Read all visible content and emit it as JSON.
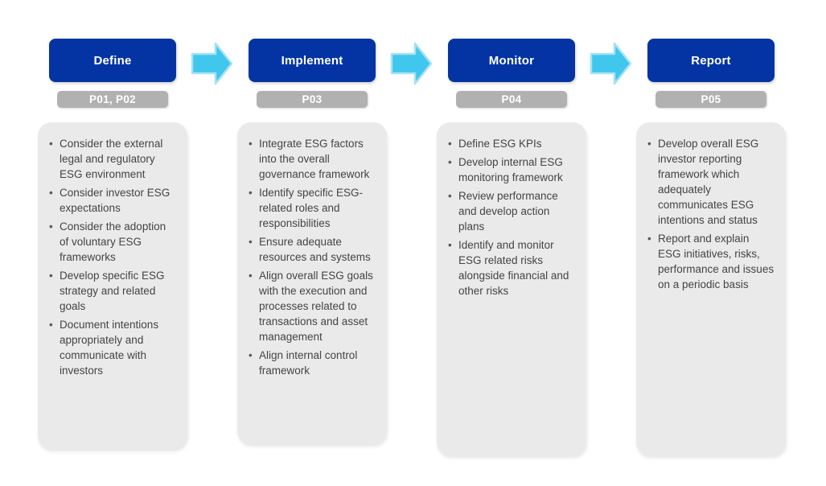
{
  "diagram": {
    "type": "process-flow",
    "topic": "ESG process stages"
  },
  "colors": {
    "stage_header_bg": "#0434A3",
    "stage_header_text": "#FFFFFF",
    "phase_pill_bg": "#B1B1B1",
    "phase_pill_text": "#FFFFFF",
    "card_bg": "#EAEAEA",
    "bullet_text": "#444444",
    "arrow_fill": "#3FC7ED",
    "arrow_border": "#A6E1F5",
    "page_bg": "#FFFFFF"
  },
  "stages": [
    {
      "title": "Define",
      "phase": "P01, P02",
      "bullets": [
        "Consider the external legal and regulatory ESG environment",
        "Consider investor ESG expectations",
        "Consider the adoption of voluntary ESG frameworks",
        "Develop specific ESG strategy and related goals",
        "Document intentions appropriately and communicate with investors"
      ]
    },
    {
      "title": "Implement",
      "phase": "P03",
      "bullets": [
        "Integrate ESG factors into the overall governance framework",
        "Identify specific ESG-related roles and responsibilities",
        "Ensure adequate resources and systems",
        "Align overall ESG goals with the execution and processes related to transactions and asset management",
        "Align internal control framework"
      ]
    },
    {
      "title": "Monitor",
      "phase": "P04",
      "bullets": [
        "Define ESG KPIs",
        "Develop internal ESG monitoring framework",
        "Review performance and develop action plans",
        "Identify and monitor ESG related risks alongside financial and other risks"
      ]
    },
    {
      "title": "Report",
      "phase": "P05",
      "bullets": [
        "Develop overall ESG investor reporting framework which adequately communicates ESG intentions and status",
        "Report and explain ESG initiatives, risks, performance and issues on a periodic basis"
      ]
    }
  ]
}
